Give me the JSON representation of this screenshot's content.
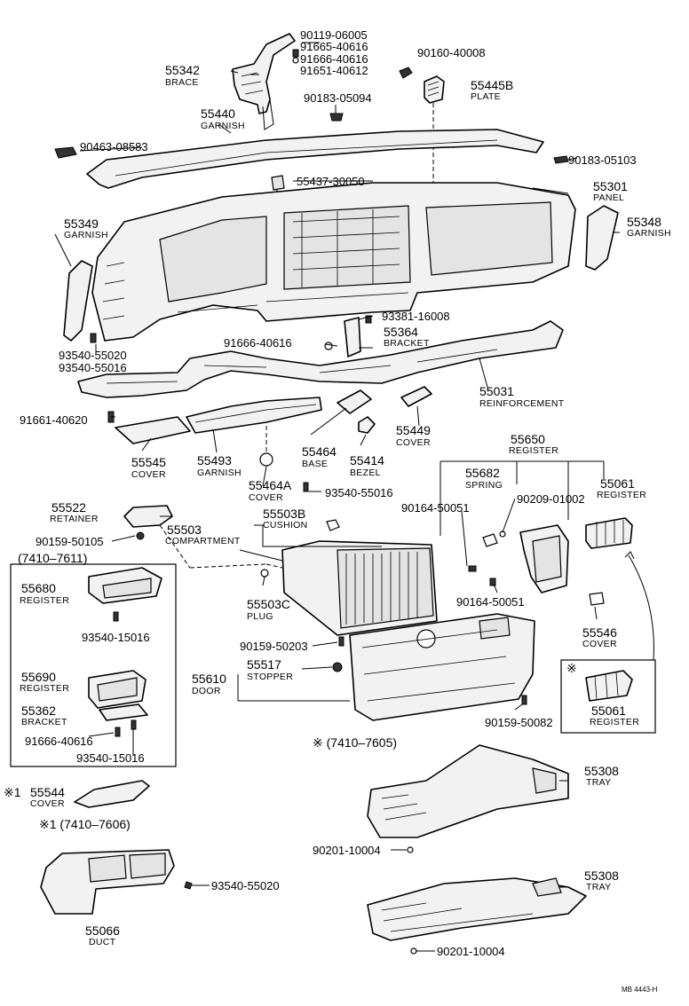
{
  "labels": {
    "p_90119": "90119-06005",
    "p_91665": "91665-40616",
    "p_91666a": "91666-40616",
    "p_91651": "91651-40612",
    "p_55342": "55342",
    "n_brace": "BRACE",
    "p_90160": "90160-40008",
    "p_55445b": "55445B",
    "n_plate": "PLATE",
    "p_90183a": "90183-05094",
    "p_55440": "55440",
    "n_garnish1": "GARNISH",
    "p_90463": "90463-08583",
    "p_90183b": "90183-05103",
    "p_55437": "55437-30050",
    "p_55301": "55301",
    "n_panel": "PANEL",
    "p_55349": "55349",
    "n_garnish2": "GARNISH",
    "p_55348": "55348",
    "n_garnish3": "GARNISH",
    "p_93381": "93381-16008",
    "p_91666b": "91666-40616",
    "p_55364": "55364",
    "n_bracket1": "BRACKET",
    "p_93540a": "93540-55020",
    "p_93540b": "93540-55016",
    "p_55031": "55031",
    "n_reinf": "REINFORCEMENT",
    "p_91661": "91661-40620",
    "p_55449": "55449",
    "n_cover1": "COVER",
    "p_55464": "55464",
    "n_base": "BASE",
    "p_55414": "55414",
    "n_bezel": "BEZEL",
    "p_55545": "55545",
    "n_cover2": "COVER",
    "p_55493": "55493",
    "n_garnish4": "GARNISH",
    "p_55650": "55650",
    "n_register1": "REGISTER",
    "p_55682": "55682",
    "n_spring": "SPRING",
    "p_55061a": "55061",
    "n_register2": "REGISTER",
    "p_55464a": "55464A",
    "n_cover3": "COVER",
    "p_93540c": "93540-55016",
    "p_90164a": "90164-50051",
    "p_90209": "90209-01002",
    "p_55522": "55522",
    "n_retainer": "RETAINER",
    "p_55503": "55503",
    "n_compartment": "COMPARTMENT",
    "p_55503b": "55503B",
    "n_cushion": "CUSHION",
    "p_90159a": "90159-50105",
    "h_7410_7611": "(7410–7611)",
    "p_55680": "55680",
    "n_register3": "REGISTER",
    "p_93540d": "93540-15016",
    "p_55503c": "55503C",
    "n_plug": "PLUG",
    "p_90164b": "90164-50051",
    "p_55546": "55546",
    "n_cover4": "COVER",
    "p_90159b": "90159-50203",
    "p_55690": "55690",
    "n_register4": "REGISTER",
    "p_55610": "55610",
    "n_door": "DOOR",
    "p_55517": "55517",
    "n_stopper": "STOPPER",
    "mark_a": "※",
    "p_55061b": "55061",
    "n_register5": "REGISTER",
    "p_55362": "55362",
    "n_bracket2": "BRACKET",
    "p_91666c": "91666-40616",
    "p_90159c": "90159-50082",
    "p_93540e": "93540-15016",
    "h_7410_7605": "※ (7410–7605)",
    "p_55308a": "55308",
    "n_tray1": "TRAY",
    "mark_b": "※1",
    "p_55544": "55544",
    "n_cover5": "COVER",
    "h_7410_7606": "※1 (7410–7606)",
    "p_90201a": "90201-10004",
    "p_93540f": "93540-55020",
    "p_55308b": "55308",
    "n_tray2": "TRAY",
    "p_55066": "55066",
    "n_duct": "DUCT",
    "p_90201b": "90201-10004",
    "footer_code": "MB 4443-H"
  }
}
